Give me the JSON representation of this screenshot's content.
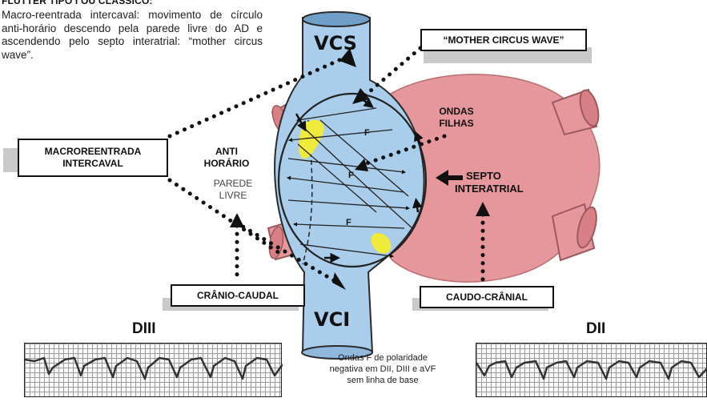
{
  "header": {
    "title": "FLUTTER TIPO I OU CLÁSSICO:",
    "description": "Macro-reentrada intercaval: movimento de círculo anti-horário descendo pela parede livre do AD e ascendendo pelo septo interatrial: “mother circus wave”."
  },
  "labels": {
    "vcs": "VCS",
    "vci": "VCI",
    "mother_circus": "“MOTHER CIRCUS WAVE”",
    "ondas_filhas_1": "ONDAS",
    "ondas_filhas_2": "FILHAS",
    "macro_1": "MACROREENTRADA",
    "macro_2": "INTERCAVAL",
    "anti_1": "ANTI",
    "anti_2": "HORÁRIO",
    "parede_1": "PAREDE",
    "parede_2": "LIVRE",
    "septo_1": "SEPTO",
    "septo_2": "INTERATRIAL",
    "cranio_caudal": "CRÂNIO-CAUDAL",
    "caudo_cranial": "CAUDO-CRÂNIAL",
    "f_wave": "F"
  },
  "leads": {
    "left": "DIII",
    "right": "DII"
  },
  "footnote": {
    "line1": "Ondas F de polaridade",
    "line2": "negativa em DII, DIII e aVF",
    "line3": "sem linha de base"
  },
  "colors": {
    "vein_blue": "#a9cdea",
    "atrium_pink": "#e5979c",
    "highlight_yellow": "#f0ea3a",
    "outline": "#1a1a1a"
  }
}
